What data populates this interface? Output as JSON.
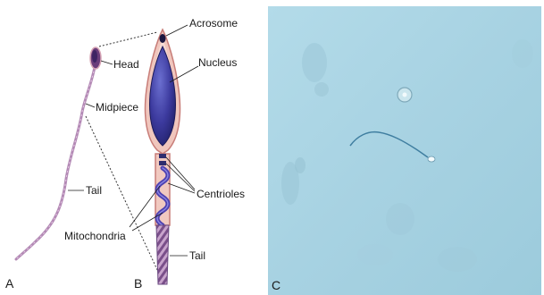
{
  "panels": {
    "a": {
      "letter": "A"
    },
    "b": {
      "letter": "B"
    },
    "c": {
      "letter": "C"
    }
  },
  "labels": {
    "head": "Head",
    "midpiece": "Midpiece",
    "tail_a": "Tail",
    "acrosome": "Acrosome",
    "nucleus": "Nucleus",
    "centrioles": "Centrioles",
    "mitochondria": "Mitochondria",
    "tail_b": "Tail"
  },
  "colors": {
    "nucleus": "#3c3a9e",
    "membrane": "#e8b0a8",
    "tail": "#b986b8",
    "micrograph_bg": "#a9d4e3"
  }
}
